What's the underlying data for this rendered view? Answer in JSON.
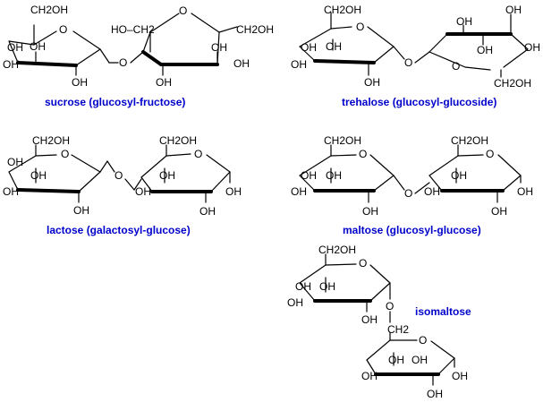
{
  "labels": {
    "oh": "OH",
    "ring_o": "O",
    "ch2oh": "CH2OH",
    "hoch2": "HO–CH2",
    "ch2": "CH2"
  },
  "captions": {
    "sucrose": "sucrose (glucosyl-fructose)",
    "trehalose": "trehalose (glucosyl-glucoside)",
    "lactose": "lactose (galactosyl-glucose)",
    "maltose": "maltose (glucosyl-glucose)",
    "isomaltose": "isomaltose"
  },
  "colors": {
    "caption": "#0000cc",
    "bonds": "#000000"
  }
}
